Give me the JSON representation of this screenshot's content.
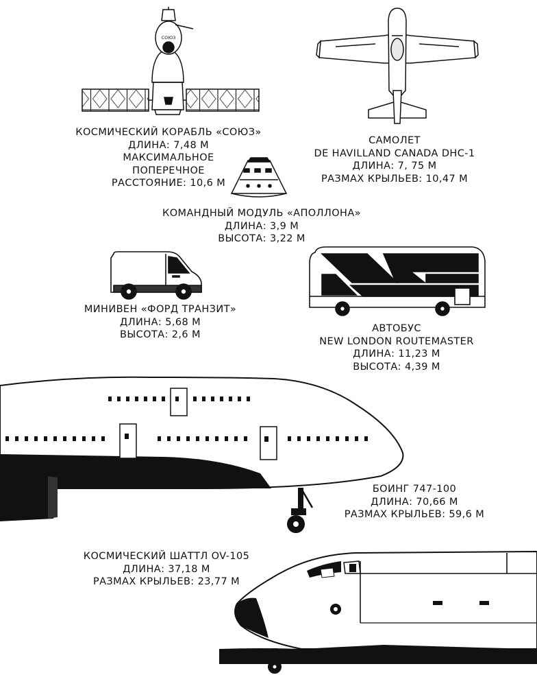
{
  "soyuz": {
    "emblem": "СОЮЗ",
    "lines": [
      "КОСМИЧЕСКИЙ КОРАБЛЬ «СОЮЗ»",
      "ДЛИНА: 7,48 М",
      "МАКСИМАЛЬНОЕ",
      "ПОПЕРЕЧНОЕ",
      "РАССТОЯНИЕ: 10,6 М"
    ]
  },
  "plane": {
    "lines": [
      "САМОЛЕТ",
      "DE HAVILLAND CANADA DHC-1",
      "ДЛИНА: 7, 75 М",
      "РАЗМАХ КРЫЛЬЕВ: 10,47 М"
    ]
  },
  "apollo": {
    "lines": [
      "КОМАНДНЫЙ МОДУЛЬ «АПОЛЛОНА»",
      "ДЛИНА: 3,9 М",
      "ВЫСОТА: 3,22 М"
    ]
  },
  "van": {
    "lines": [
      "МИНИВЕН «ФОРД ТРАНЗИТ»",
      "ДЛИНА: 5,68 М",
      "ВЫСОТА: 2,6 М"
    ]
  },
  "bus": {
    "lines": [
      "АВТОБУС",
      "NEW LONDON ROUTEMASTER",
      "ДЛИНА: 11,23 М",
      "ВЫСОТА: 4,39 М"
    ]
  },
  "boeing": {
    "lines": [
      "БОИНГ 747-100",
      "ДЛИНА: 70,66 М",
      "РАЗМАХ КРЫЛЬЕВ: 59,6 М"
    ]
  },
  "shuttle": {
    "lines": [
      "КОСМИЧЕСКИЙ ШАТТЛ OV-105",
      "ДЛИНА: 37,18 М",
      "РАЗМАХ КРЫЛЬЕВ: 23,77 М"
    ]
  }
}
